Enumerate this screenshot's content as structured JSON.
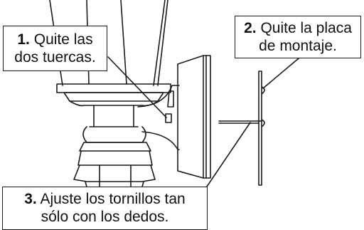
{
  "callouts": [
    {
      "number": "1.",
      "line1": "Quite las",
      "line2": "dos tuercas."
    },
    {
      "number": "2.",
      "line1": "Quite la placa",
      "line2": "de montaje."
    },
    {
      "number": "3.",
      "line1": "Ajuste los tornillos tan",
      "line2": "sólo con los dedos."
    }
  ],
  "colors": {
    "line": "#1a1a1a",
    "background": "#ffffff"
  }
}
